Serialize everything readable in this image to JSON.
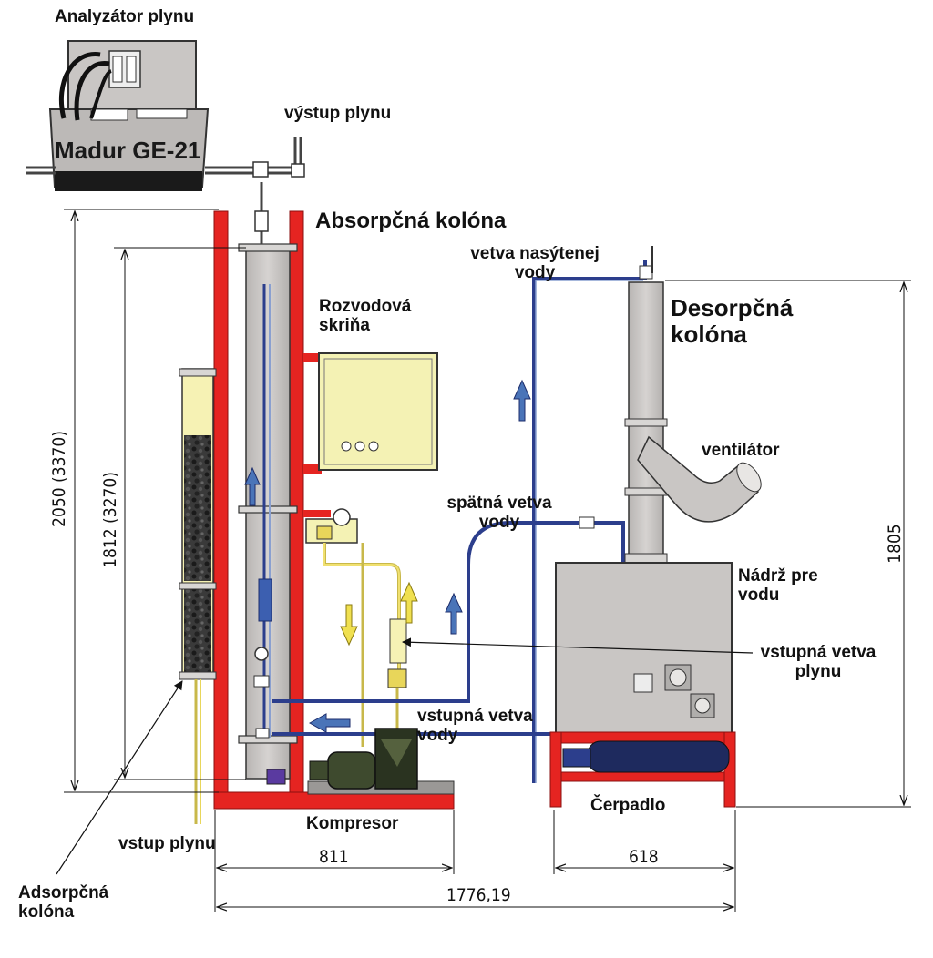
{
  "labels": {
    "analyzer": "Analyzátor plynu",
    "analyzer_model": "Madur GE-21",
    "gas_outlet": "výstup plynu",
    "absorption_column": "Absorpčná kolóna",
    "saturated_water_branch": "vetva nasýtenej\nvody",
    "switchboard": "Rozvodová\nskriňa",
    "desorption_column": "Desorpčná\nkolóna",
    "fan": "ventilátor",
    "return_water_branch": "spätná vetva\nvody",
    "water_tank": "Nádrž pre\nvodu",
    "gas_inlet_branch": "vstupná vetva\nplynu",
    "water_inlet_branch": "vstupná vetva\nvody",
    "compressor": "Kompresor",
    "pump": "Čerpadlo",
    "gas_inlet": "vstup plynu",
    "adsorption_column": "Adsorpčná\nkolóna"
  },
  "dimensions": {
    "outer_height": "2050 (3370)",
    "inner_height": "1812 (3270)",
    "desorption_height": "1805",
    "absorption_base_width": "811",
    "tank_base_width": "618",
    "total_width": "1776,19"
  },
  "colors": {
    "frame_red": "#e52421",
    "column_gray": "#c9c6c4",
    "cabinet_yellow": "#f4f2b4",
    "water_blue": "#2c3e8c",
    "arrow_blue": "#4a74b8",
    "arrow_yellow": "#e8d82a",
    "motor_green": "#3e4a2e",
    "pump_navy": "#1e2a5e",
    "gas_yellow": "#e8d65a"
  }
}
